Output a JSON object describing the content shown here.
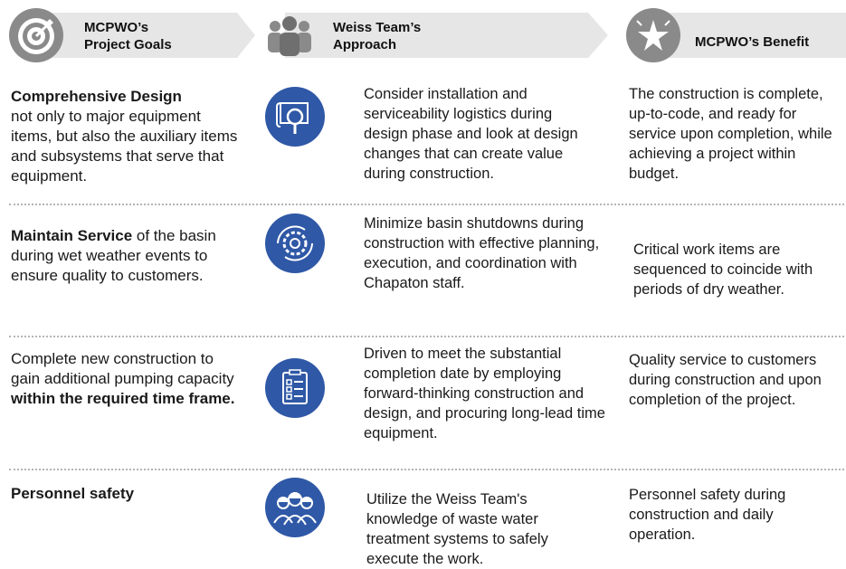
{
  "header": {
    "col1": {
      "title": "MCPWO’s\nProject Goals",
      "icon": "target-icon"
    },
    "col2": {
      "title": "Weiss Team’s\nApproach",
      "icon": "team-icon"
    },
    "col3": {
      "title": "MCPWO’s Benefit",
      "icon": "star-icon"
    }
  },
  "rows": [
    {
      "goal_bold": "Comprehensive Design",
      "goal_text": "not only to major equipment items, but also the auxiliary items and subsystems that serve that equipment.",
      "icon": "blueprint-search-icon",
      "approach": "Consider installation and serviceability logistics during design phase and look at design changes that can create value during construction.",
      "benefit": "The construction is complete, up-to-code, and ready for service upon completion, while achieving a project within budget."
    },
    {
      "goal_bold": "Maintain Service",
      "goal_text": " of the basin during wet weather events to ensure quality to customers.",
      "icon": "gear-cycle-icon",
      "approach": "Minimize basin shutdowns during construction with effective planning, execution, and coordination with Chapaton staff.",
      "benefit": "Critical work items are sequenced to coincide with periods of dry weather."
    },
    {
      "goal_text": "Complete new construction to gain additional pumping capacity ",
      "goal_bold": "within the required time  frame.",
      "icon": "checklist-icon",
      "approach": "Driven to meet the substantial completion date by employing forward-thinking construction and design, and procuring long-lead time equipment.",
      "benefit": "Quality service to customers during construction and upon completion of the project."
    },
    {
      "goal_bold": "Personnel safety",
      "icon": "workers-icon",
      "approach": "Utilize the Weiss Team's knowledge of waste water treatment systems to safely execute the work.",
      "benefit": "Personnel safety during construction and daily operation."
    }
  ],
  "colors": {
    "header_gray": "#e6e6e6",
    "icon_gray": "#8a8a8a",
    "icon_blue": "#2f58a6",
    "divider": "#b5b5b5"
  }
}
